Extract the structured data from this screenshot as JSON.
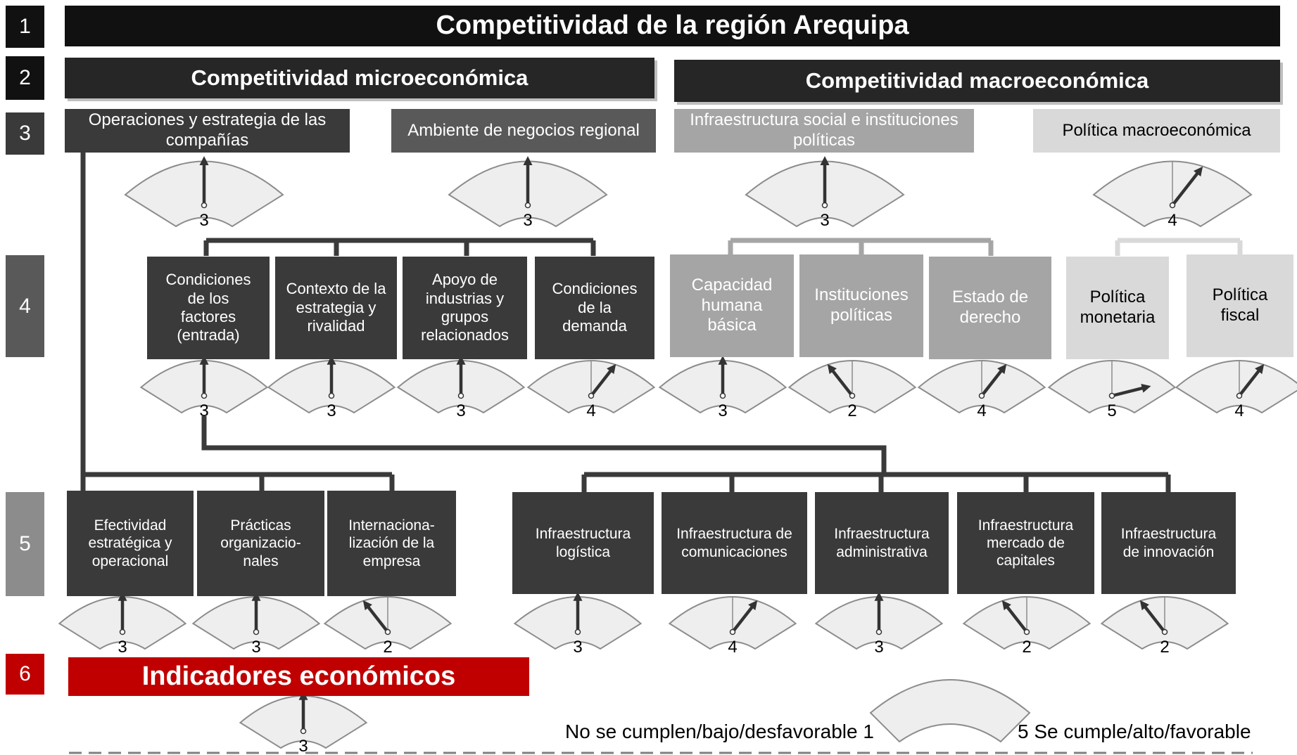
{
  "levels": [
    "1",
    "2",
    "3",
    "4",
    "5",
    "6"
  ],
  "title": "Competitividad de la región Arequipa",
  "level2": {
    "micro": "Competitividad microeconómica",
    "macro": "Competitividad macroeconómica"
  },
  "level3": {
    "operaciones": "Operaciones y estrategia de las compañías",
    "ambiente": "Ambiente de negocios regional",
    "infra_social": "Infraestructura social e instituciones políticas",
    "politica_macro": "Política macroeconómica"
  },
  "level4": {
    "condiciones_factores": "Condiciones de los factores (entrada)",
    "contexto": "Contexto de la estrategia y rivalidad",
    "apoyo": "Apoyo de industrias y grupos relacionados",
    "condiciones_demanda": "Condiciones de la demanda",
    "capacidad": "Capacidad humana básica",
    "instituciones": "Instituciones políticas",
    "estado": "Estado de derecho",
    "monetaria": "Política monetaria",
    "fiscal": "Política fiscal"
  },
  "level5": {
    "efectividad": "Efectividad estratégica y operacional",
    "practicas": "Prácticas organizacio-nales",
    "internacionalizacion": "Internaciona-lización de la empresa",
    "logistica": "Infraestructura logística",
    "comunicaciones": "Infraestructura de comunicaciones",
    "administrativa": "Infraestructura administrativa",
    "capitales": "Infraestructura mercado de capitales",
    "innovacion": "Infraestructura de innovación"
  },
  "level6": {
    "indicadores": "Indicadores económicos"
  },
  "ratings": {
    "operaciones": "3",
    "ambiente": "3",
    "infra_social": "3",
    "politica_macro": "4",
    "condiciones_factores": "3",
    "contexto": "3",
    "apoyo": "3",
    "condiciones_demanda": "4",
    "capacidad": "3",
    "instituciones": "2",
    "estado": "4",
    "monetaria": "5",
    "fiscal": "4",
    "efectividad": "3",
    "practicas": "3",
    "internacionalizacion": "2",
    "logistica": "3",
    "comunicaciones": "4",
    "administrativa": "3",
    "capitales": "2",
    "innovacion": "2",
    "indicadores": "3"
  },
  "legend": {
    "low": "No se cumplen/bajo/desfavorable 1",
    "high": "5 Se cumple/alto/favorable"
  },
  "colors": {
    "black": "#111111",
    "dark": "#3a3a3a",
    "gray": "#a5a5a5",
    "light": "#d9d9d9",
    "red": "#c00000",
    "gauge_fill": "#eeeeee",
    "gauge_stroke": "#8c8c8c"
  }
}
